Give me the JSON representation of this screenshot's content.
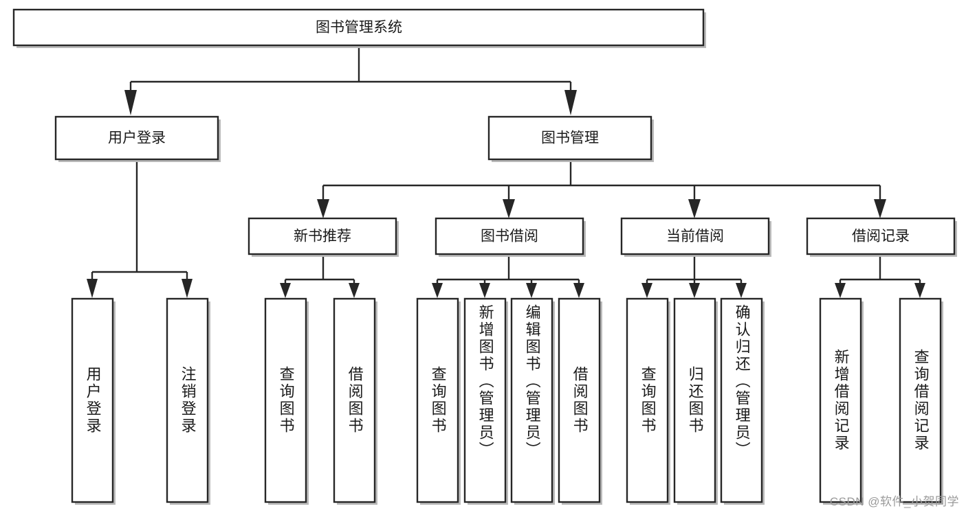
{
  "diagram": {
    "type": "tree",
    "title": "图书管理系统",
    "root": {
      "id": "root",
      "label": "图书管理系统"
    },
    "level1": [
      {
        "id": "user-login",
        "label": "用户登录"
      },
      {
        "id": "book-manage",
        "label": "图书管理"
      }
    ],
    "level2": [
      {
        "id": "new-book-rec",
        "label": "新书推荐",
        "parent": "book-manage"
      },
      {
        "id": "book-borrow",
        "label": "图书借阅",
        "parent": "book-manage"
      },
      {
        "id": "current-borrow",
        "label": "当前借阅",
        "parent": "book-manage"
      },
      {
        "id": "borrow-record",
        "label": "借阅记录",
        "parent": "book-manage"
      }
    ],
    "leaves": [
      {
        "id": "leaf-user-login",
        "label": "用户登录",
        "parent": "user-login"
      },
      {
        "id": "leaf-logout",
        "label": "注销登录",
        "parent": "user-login"
      },
      {
        "id": "leaf-query-book-1",
        "label": "查询图书",
        "parent": "new-book-rec"
      },
      {
        "id": "leaf-borrow-book-1",
        "label": "借阅图书",
        "parent": "new-book-rec"
      },
      {
        "id": "leaf-query-book-2",
        "label": "查询图书",
        "parent": "book-borrow"
      },
      {
        "id": "leaf-add-book",
        "label": "新增图书（管理员）",
        "parent": "book-borrow"
      },
      {
        "id": "leaf-edit-book",
        "label": "编辑图书（管理员）",
        "parent": "book-borrow"
      },
      {
        "id": "leaf-borrow-book-2",
        "label": "借阅图书",
        "parent": "book-borrow"
      },
      {
        "id": "leaf-query-book-3",
        "label": "查询图书",
        "parent": "current-borrow"
      },
      {
        "id": "leaf-return-book",
        "label": "归还图书",
        "parent": "current-borrow"
      },
      {
        "id": "leaf-confirm-return",
        "label": "确认归还（管理员）",
        "parent": "current-borrow"
      },
      {
        "id": "leaf-add-record",
        "label": "新增借阅记录",
        "parent": "borrow-record"
      },
      {
        "id": "leaf-query-record",
        "label": "查询借阅记录",
        "parent": "borrow-record"
      }
    ],
    "colors": {
      "box_stroke": "#262626",
      "box_fill": "#ffffff",
      "connector": "#262626",
      "text": "#1a1a1a",
      "watermark": "#9a9a9a",
      "background": "#ffffff"
    }
  },
  "watermark": {
    "text": "CSDN @软件_小贺同学"
  }
}
